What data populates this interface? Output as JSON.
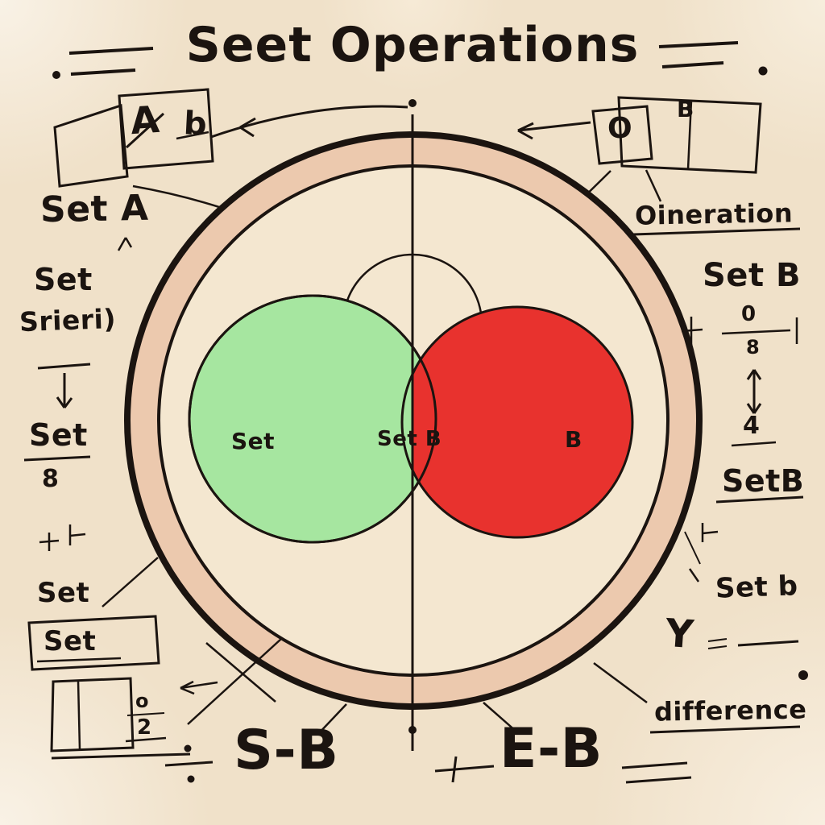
{
  "title": "Seet Operations",
  "colors": {
    "background": "#f0e1c9",
    "ring": "#ecc9ae",
    "inner": "#f4e7d0",
    "green": "#a6e6a0",
    "red": "#e8322e",
    "ink": "#1b1410"
  },
  "top_left_sketch": {
    "a": "A",
    "b": "b"
  },
  "top_right_sketch": {
    "o": "O",
    "b": "B"
  },
  "left_column": {
    "set_a": "Set A",
    "set_upper": "Set",
    "srieri": "Srieri)",
    "fraction_top": "Set",
    "fraction_bottom": "8",
    "set_lower": "Set",
    "set_boxed": "Set",
    "small_o": "o",
    "small_2": "2"
  },
  "right_column": {
    "oineration": "Oineration",
    "set_b": "Set B",
    "fraction_top": "0",
    "fraction_bottom": "8",
    "four": "4",
    "setb": "SetB",
    "set_b_lower": "Set b",
    "y": "Y",
    "difference": "difference"
  },
  "venn": {
    "left": "Set",
    "middle": "Set B",
    "right": "B"
  },
  "bottom": {
    "left": "S-B",
    "right": "E-B"
  }
}
